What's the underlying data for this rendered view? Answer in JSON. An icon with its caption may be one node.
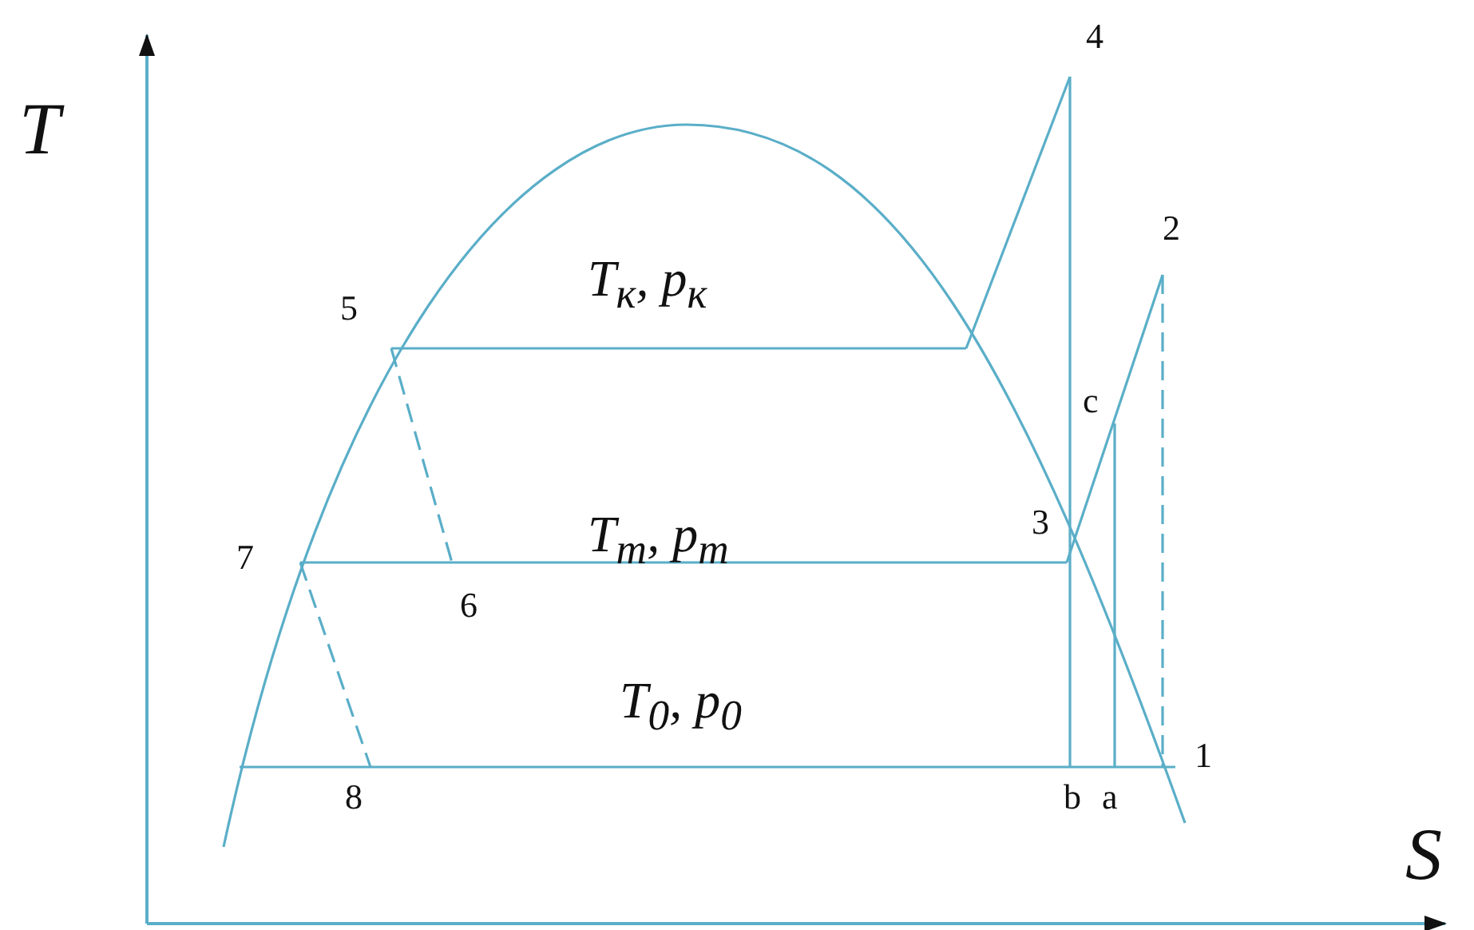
{
  "diagram": {
    "labels": [
      "T",
      "4",
      "2",
      "T$_{к}$, p$_{к}$",
      "5",
      "c",
      "T$_{m}$, p$_{m}$",
      "3",
      "7",
      "6",
      "T$_{0}$, p$_{0}$",
      "1",
      "8",
      "b",
      "a",
      "S"
    ]
  }
}
